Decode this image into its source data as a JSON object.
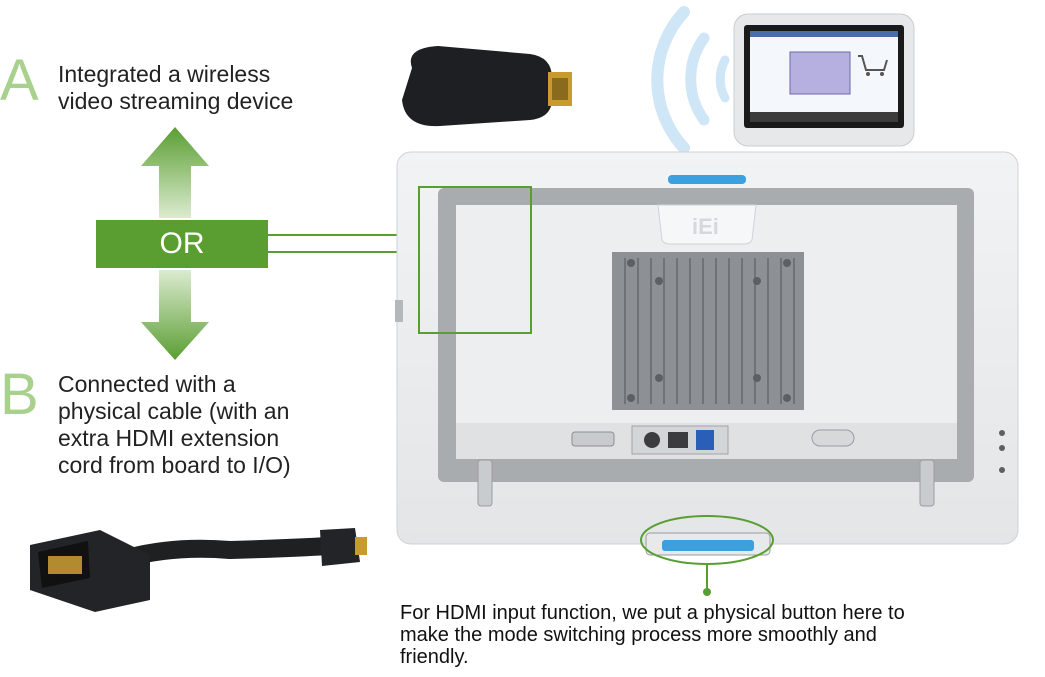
{
  "option_a": {
    "letter": "A",
    "lines": [
      "Integrated a wireless",
      "video streaming device"
    ]
  },
  "or_label": "OR",
  "option_b": {
    "letter": "B",
    "lines": [
      "Connected with a",
      "physical cable (with an",
      "extra HDMI extension",
      "cord from board to I/O)"
    ]
  },
  "device": {
    "logo": "iEi"
  },
  "caption": {
    "lines": [
      "For HDMI input function, we put a physical button here to",
      "make the mode switching process more smoothly and",
      "friendly."
    ]
  },
  "colors": {
    "accent_green": "#5a9e32",
    "letter_green": "#a9d18e",
    "wifi_blue": "#cfe6f7",
    "button_blue": "#3aa0e0"
  }
}
